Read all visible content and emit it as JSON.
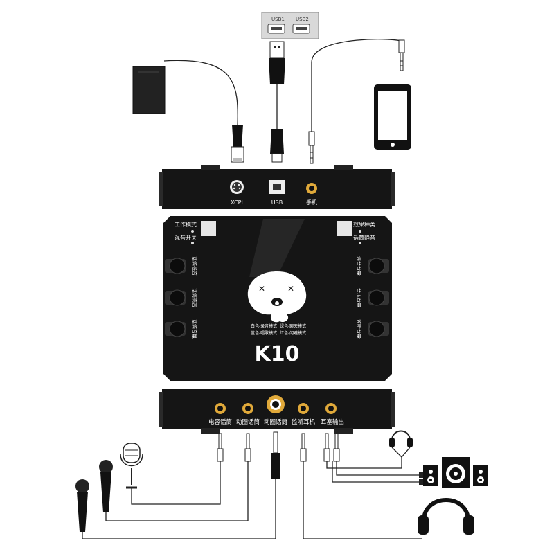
{
  "device": {
    "brand": "K10",
    "top_panel": {
      "ports": [
        "XCPI",
        "USB",
        "手机"
      ]
    },
    "main_panel": {
      "buttons_left": [
        "工作模式",
        "混音开关"
      ],
      "buttons_right": [
        "效果种类",
        "话筒静音"
      ],
      "knobs_left": [
        "话筒低音",
        "话筒高音",
        "话筒音量"
      ],
      "knobs_right": [
        "混音音量",
        "音乐音量",
        "监听音量"
      ],
      "mode_legend": [
        "白色-录音模式",
        "蓝色-唱歌模式",
        "绿色-聊天模式",
        "红色-闪避模式"
      ]
    },
    "bottom_panel": {
      "ports": [
        "电容话筒",
        "动圈话筒",
        "动圈话筒",
        "监听耳机",
        "耳塞输出"
      ]
    }
  },
  "computer": {
    "usb_ports": [
      "USB1",
      "USB2"
    ]
  },
  "icons": {
    "usb_port": "usb-port-icon",
    "power_adapter": "power-adapter-icon",
    "phone": "smartphone-icon",
    "condenser_mic": "condenser-microphone-icon",
    "dynamic_mic": "dynamic-microphone-icon",
    "earphones": "earphones-icon",
    "speakers": "speakers-icon",
    "headphones": "headphones-icon"
  },
  "colors": {
    "device_body": "#151515",
    "jack_ring": "#e0a93a",
    "cable": "#222222"
  }
}
